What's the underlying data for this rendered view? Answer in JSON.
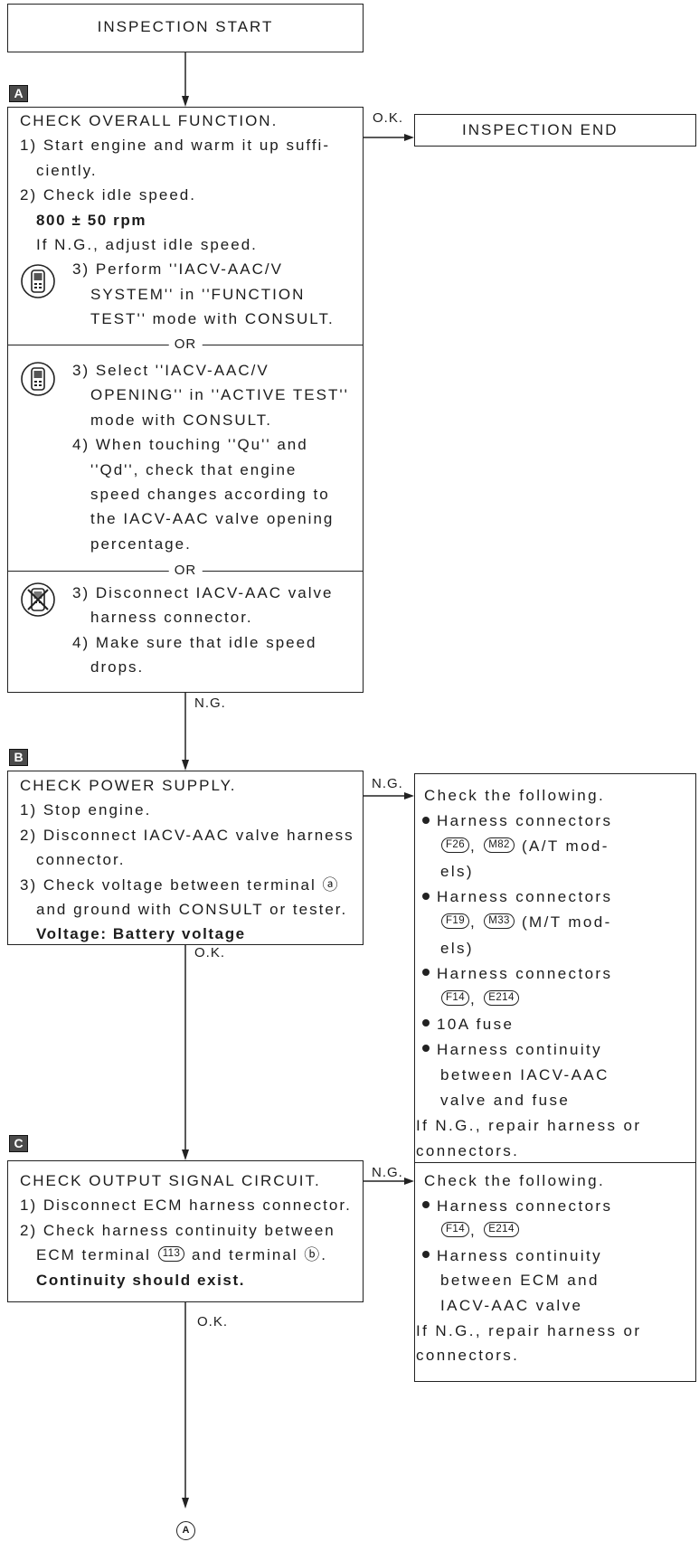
{
  "flow": {
    "start_label": "INSPECTION START",
    "end_label": "INSPECTION END",
    "offpage_connector": "A"
  },
  "step_a": {
    "tag": "A",
    "title": "CHECK OVERALL FUNCTION.",
    "lines": [
      "1) Start engine and warm it up suffi-",
      "ciently.",
      "2) Check idle speed.",
      "800 ± 50 rpm",
      "If N.G., adjust idle speed."
    ],
    "option_function_test": {
      "icon": "consult-icon",
      "lines": [
        "3) Perform ''IACV-AAC/V",
        "SYSTEM'' in ''FUNCTION",
        "TEST'' mode with CONSULT."
      ]
    },
    "or_label_1": "OR",
    "option_active_test": {
      "icon": "consult-icon",
      "lines": [
        "3) Select ''IACV-AAC/V",
        "OPENING'' in ''ACTIVE TEST''",
        "mode with CONSULT.",
        "4) When touching ''Qu'' and",
        "''Qd'', check that engine",
        "speed changes according to",
        "the IACV-AAC valve opening",
        "percentage."
      ]
    },
    "or_label_2": "OR",
    "option_without_consult": {
      "icon": "no-consult-icon",
      "lines": [
        "3) Disconnect IACV-AAC valve",
        "harness connector.",
        "4) Make sure that idle speed",
        "drops."
      ]
    },
    "ok_label": "O.K.",
    "ng_label": "N.G."
  },
  "step_b": {
    "tag": "B",
    "title": "CHECK POWER SUPPLY.",
    "lines": [
      "1) Stop engine.",
      "2) Disconnect IACV-AAC valve harness",
      "connector.",
      "3) Check voltage between terminal ⓐ",
      "and ground with CONSULT or tester."
    ],
    "result": "Voltage: Battery voltage",
    "ok_label": "O.K.",
    "ng_label": "N.G.",
    "ng_check": {
      "title": "Check the following.",
      "items": [
        {
          "text": "Harness connectors",
          "connectors": [
            "F26",
            "M82"
          ],
          "separator": ",",
          "note": "(A/T mod-",
          "note_cont": "els)"
        },
        {
          "text": "Harness connectors",
          "connectors": [
            "F19",
            "M33"
          ],
          "separator": ",",
          "note": "(M/T mod-",
          "note_cont": "els)"
        },
        {
          "text": "Harness connectors",
          "connectors": [
            "F14",
            "E214"
          ],
          "separator": ","
        },
        {
          "text": "10A fuse"
        },
        {
          "text": "Harness continuity",
          "cont": [
            "between IACV-AAC",
            "valve and fuse"
          ]
        }
      ],
      "footer": [
        "If N.G., repair harness or",
        "connectors."
      ]
    }
  },
  "step_c": {
    "tag": "C",
    "title": "CHECK OUTPUT SIGNAL CIRCUIT.",
    "lines": [
      "1) Disconnect ECM harness connector.",
      "2) Check harness continuity between"
    ],
    "terminal_line": {
      "before": "ECM terminal",
      "connector": "113",
      "after": "and terminal ⓑ."
    },
    "result": "Continuity should exist.",
    "ok_label": "O.K.",
    "ng_label": "N.G.",
    "ng_check": {
      "title": "Check the following.",
      "items": [
        {
          "text": "Harness connectors",
          "connectors": [
            "F14",
            "E214"
          ],
          "separator": ","
        },
        {
          "text": "Harness continuity",
          "cont": [
            "between ECM and",
            "IACV-AAC valve"
          ]
        }
      ],
      "footer": [
        "If N.G., repair harness or",
        "connectors."
      ]
    }
  }
}
